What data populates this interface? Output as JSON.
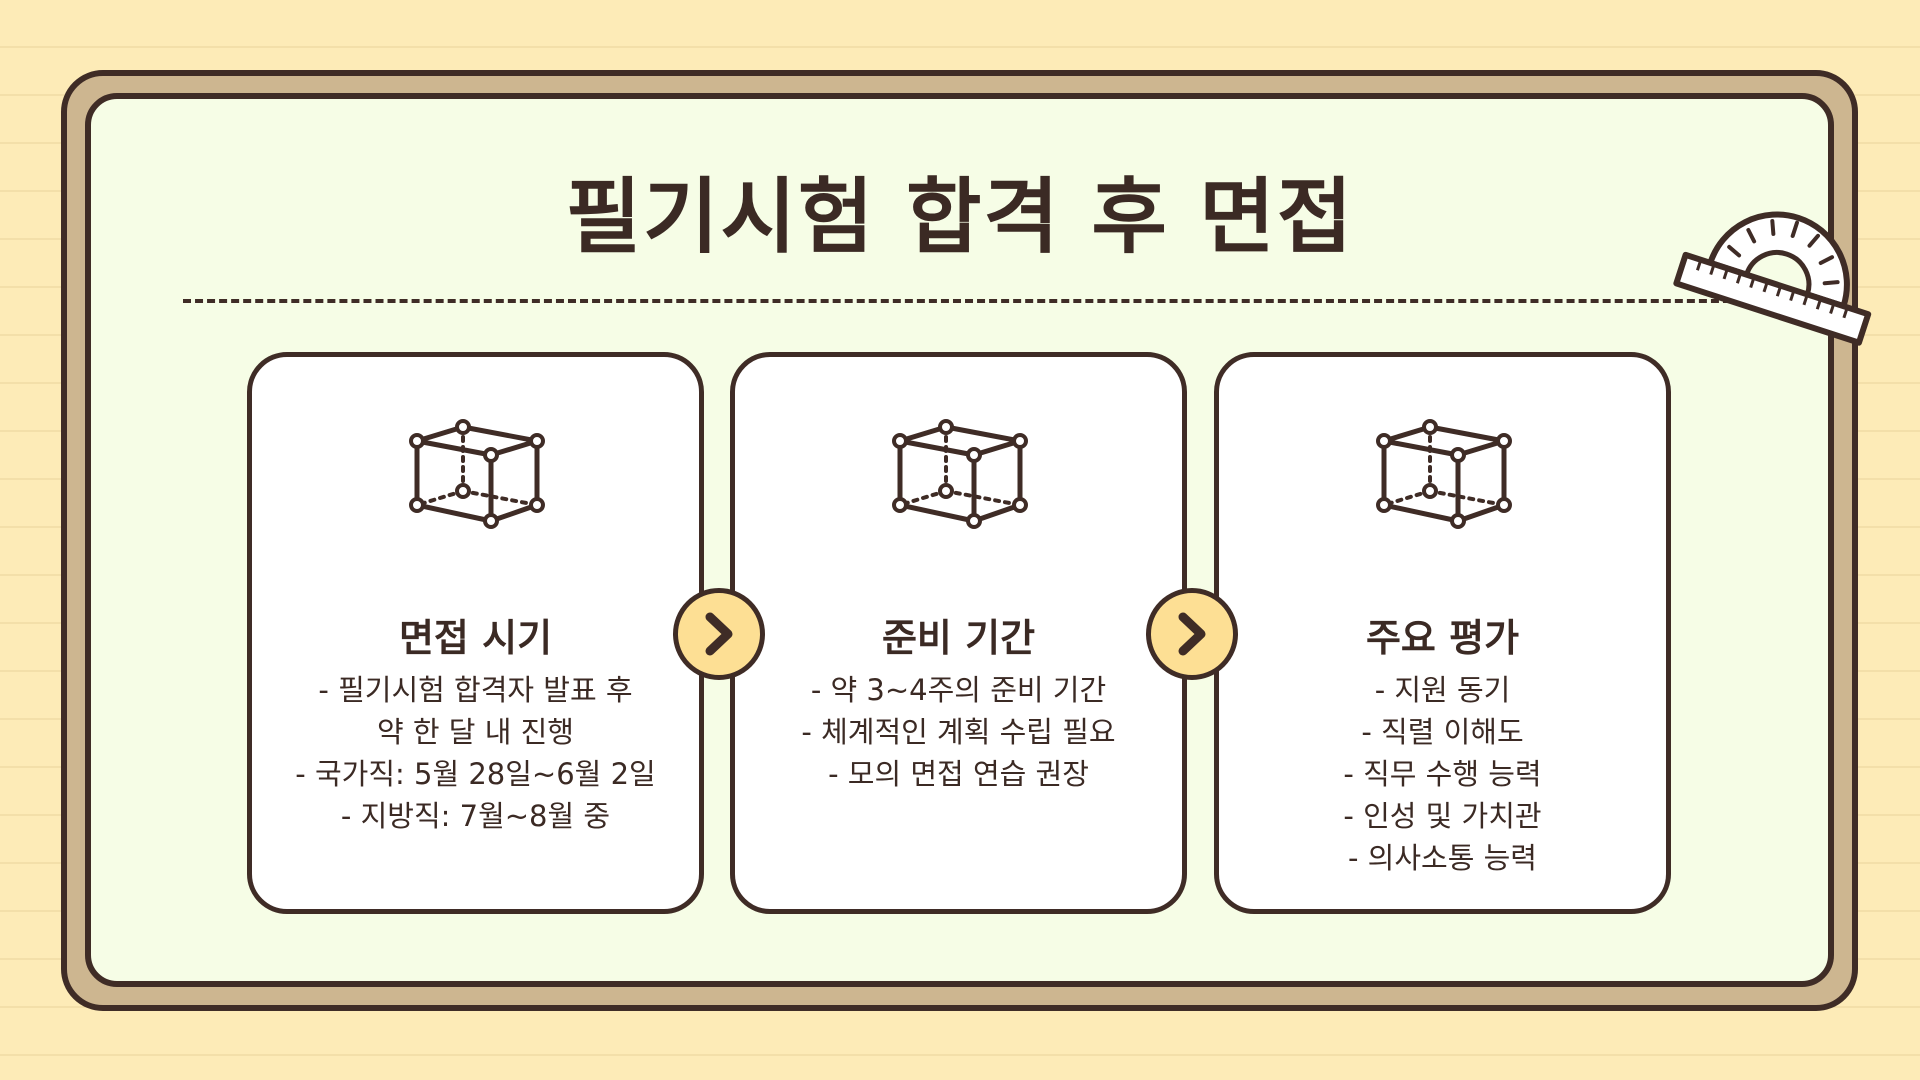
{
  "title": "필기시험 합격 후 면접",
  "cards": [
    {
      "title": "면접 시기",
      "items": [
        "- 필기시험 합격자 발표 후 약 한 달 내 진행",
        "- 국가직: 5월 28일~6월 2일",
        "- 지방직: 7월~8월 중"
      ],
      "icon": "cube-icon"
    },
    {
      "title": "준비 기간",
      "items": [
        "- 약 3~4주의 준비 기간",
        "- 체계적인 계획 수립 필요",
        "- 모의 면접 연습 권장"
      ],
      "icon": "cube-icon"
    },
    {
      "title": "주요 평가",
      "items": [
        "- 지원 동기",
        "- 직렬 이해도",
        "- 직무 수행 능력",
        "- 인성 및 가치관",
        "- 의사소통 능력"
      ],
      "icon": "cube-icon"
    }
  ],
  "arrows": [
    "chevron-right-icon",
    "chevron-right-icon"
  ],
  "decoration": "protractor-icon",
  "colors": {
    "background": "#fdebb7",
    "frame": "#cdb690",
    "panel": "#f6fde6",
    "card": "#ffffff",
    "outline": "#3f2c26",
    "arrow_fill": "#fddf94"
  }
}
